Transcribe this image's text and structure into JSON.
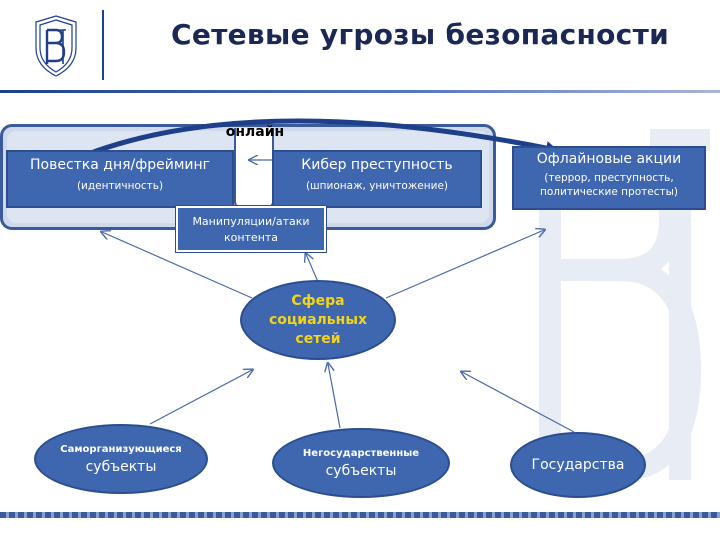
{
  "title": "Сетевые угрозы безопасности",
  "online_label": "онлайн",
  "boxes": {
    "agenda": {
      "label": "Повестка дня/фрейминг",
      "sub": "(идентичность)"
    },
    "cyber": {
      "label": "Кибер преступность",
      "sub": "(шпионаж, уничтожение)"
    },
    "offline": {
      "label": "Офлайновые акции",
      "sub": "(террор, преступность, политические протесты)"
    },
    "manip": {
      "label": "Манипуляции/атаки контента"
    }
  },
  "center": {
    "label": "Сфера социальных сетей"
  },
  "actors": {
    "self_org": {
      "line1": "Саморганизующиеся",
      "line2": "субъекты"
    },
    "non_state": {
      "line1": "Негосударственные",
      "line2": "субъекты"
    },
    "states": {
      "label": "Государства"
    }
  },
  "colors": {
    "box": "#3e67b0",
    "border": "#2c4d8f",
    "title": "#1b2755",
    "center_text": "#f4d41a"
  }
}
